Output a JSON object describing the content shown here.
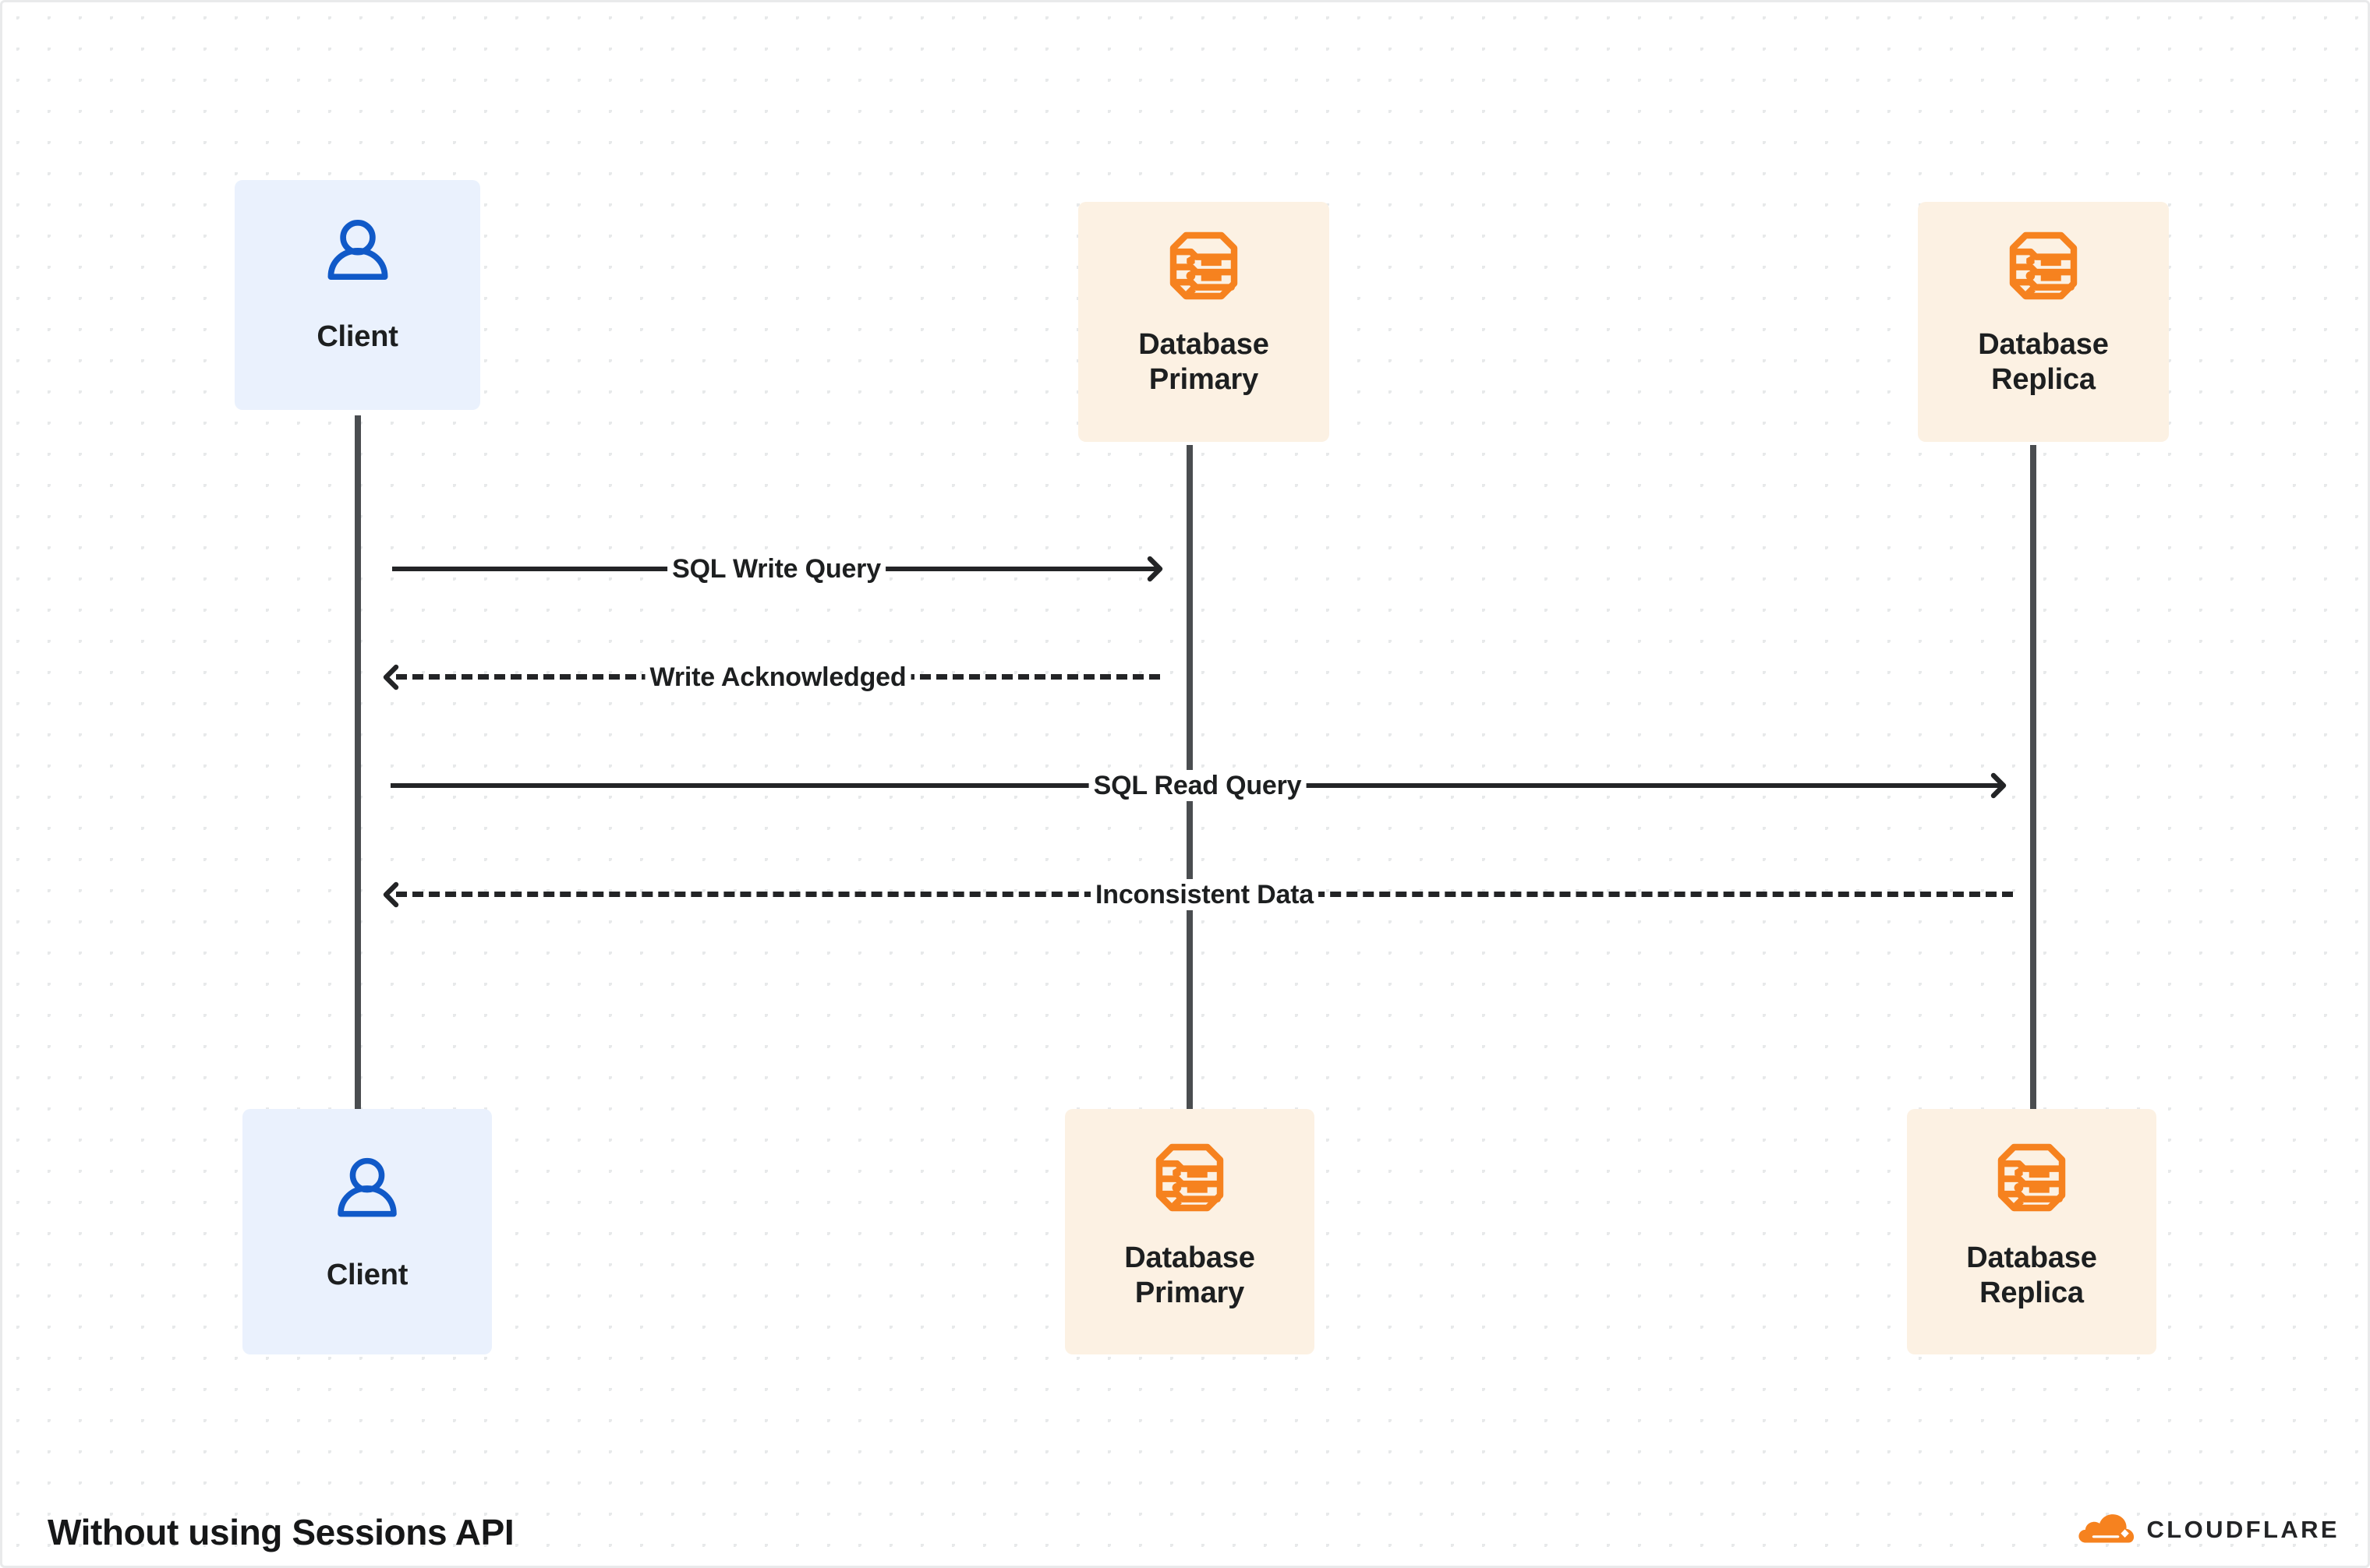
{
  "diagram": {
    "title": "Without using Sessions API",
    "type": "sequence-diagram",
    "brand": {
      "name": "CLOUDFLARE",
      "logo_icon": "cloudflare-cloud-icon",
      "color": "#f6821f"
    },
    "colors": {
      "client_box": "#eaf1fd",
      "client_icon": "#1059c8",
      "db_box": "#fcf1e3",
      "db_icon": "#f6821f",
      "lifeline": "#4a4d50",
      "message_line": "#232426",
      "text": "#1d1f20",
      "background": "#ffffff",
      "grid_dot": "#e7e9ea"
    },
    "participants": [
      {
        "id": "client",
        "label": "Client",
        "icon": "user-icon",
        "kind": "client"
      },
      {
        "id": "primary",
        "label": "Database\nPrimary",
        "icon": "database-icon",
        "kind": "db"
      },
      {
        "id": "replica",
        "label": "Database\nReplica",
        "icon": "database-icon",
        "kind": "db"
      }
    ],
    "messages": [
      {
        "id": "m1",
        "label": "SQL Write Query",
        "from": "client",
        "to": "primary",
        "style": "solid",
        "direction": "right"
      },
      {
        "id": "m2",
        "label": "Write Acknowledged",
        "from": "primary",
        "to": "client",
        "style": "dashed",
        "direction": "left"
      },
      {
        "id": "m3",
        "label": "SQL Read Query",
        "from": "client",
        "to": "replica",
        "style": "solid",
        "direction": "right"
      },
      {
        "id": "m4",
        "label": "Inconsistent Data",
        "from": "replica",
        "to": "client",
        "style": "dashed",
        "direction": "left"
      }
    ]
  }
}
